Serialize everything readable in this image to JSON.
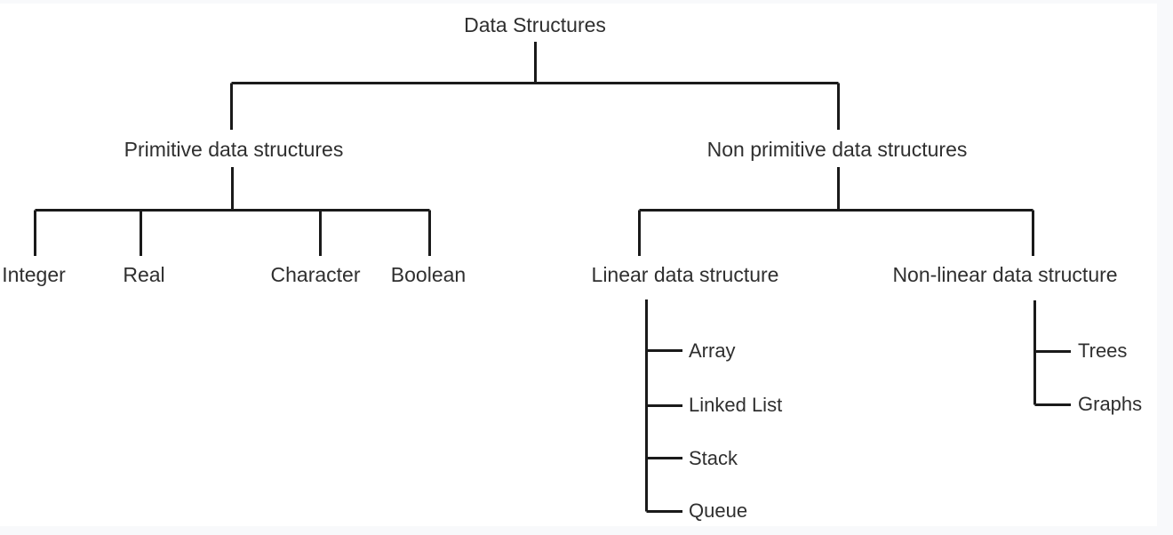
{
  "diagram": {
    "title": "Data Structures",
    "type": "hierarchy-tree",
    "orientation": "top-down",
    "line_color": "#1a1a1a",
    "text_color": "#2f2f2f",
    "background_color": "#ffffff",
    "nodes": {
      "root": "Data Structures",
      "primitive": "Primitive data structures",
      "non_primitive": "Non primitive data structures",
      "linear": "Linear data structure",
      "non_linear": "Non-linear data structure",
      "integer": "Integer",
      "real": "Real",
      "character": "Character",
      "boolean": "Boolean",
      "array": "Array",
      "linked_list": "Linked List",
      "stack": "Stack",
      "queue": "Queue",
      "trees": "Trees",
      "graphs": "Graphs"
    },
    "levels": [
      {
        "level": 1,
        "items": [
          "Data Structures"
        ]
      },
      {
        "level": 2,
        "items": [
          "Primitive data structures",
          "Non primitive data structures"
        ]
      },
      {
        "level": 3,
        "items": [
          "Integer",
          "Real",
          "Character",
          "Boolean",
          "Linear data structure",
          "Non-linear data structure"
        ]
      },
      {
        "level": 4,
        "items": [
          "Array",
          "Linked List",
          "Stack",
          "Queue",
          "Trees",
          "Graphs"
        ]
      }
    ],
    "edges": [
      [
        "Data Structures",
        "Primitive data structures"
      ],
      [
        "Data Structures",
        "Non primitive data structures"
      ],
      [
        "Primitive data structures",
        "Integer"
      ],
      [
        "Primitive data structures",
        "Real"
      ],
      [
        "Primitive data structures",
        "Character"
      ],
      [
        "Primitive data structures",
        "Boolean"
      ],
      [
        "Non primitive data structures",
        "Linear data structure"
      ],
      [
        "Non primitive data structures",
        "Non-linear data structure"
      ],
      [
        "Linear data structure",
        "Array"
      ],
      [
        "Linear data structure",
        "Linked List"
      ],
      [
        "Linear data structure",
        "Stack"
      ],
      [
        "Linear data structure",
        "Queue"
      ],
      [
        "Non-linear data structure",
        "Trees"
      ],
      [
        "Non-linear data structure",
        "Graphs"
      ]
    ]
  }
}
